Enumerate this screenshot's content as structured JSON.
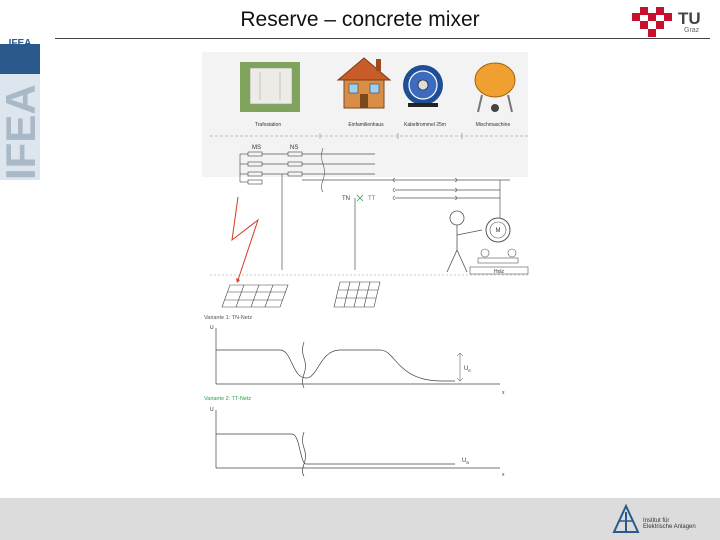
{
  "header": {
    "title": "Reserve – concrete mixer"
  },
  "sidebar": {
    "logo_text": "IFEA"
  },
  "university": {
    "logo_text": "TU",
    "city": "Graz"
  },
  "diagram": {
    "captions": [
      "Trafostation",
      "Einfamilienhaus",
      "Kabeltrommel 25m",
      "Mischmaschine"
    ],
    "labels": {
      "ms": "MS",
      "ns": "NS",
      "tn": "TN",
      "tt": "TT",
      "motor": "M",
      "holz": "Holz"
    },
    "variant1": {
      "title": "Variante 1: TN-Netz",
      "y_axis": "U",
      "x_axis": "x",
      "level": "U",
      "level_sub": "E"
    },
    "variant2": {
      "title": "Variante 2: TT-Netz",
      "y_axis": "U",
      "x_axis": "x",
      "level": "U",
      "level_sub": "B"
    },
    "colors": {
      "variant1_title": "#555555",
      "variant2_title": "#2e9e4e",
      "fault_path": "#d83a2a",
      "tt_label": "#2e9e4e"
    }
  },
  "footer": {
    "institute_line1": "Institut für",
    "institute_line2": "Elektrische Anlagen"
  }
}
